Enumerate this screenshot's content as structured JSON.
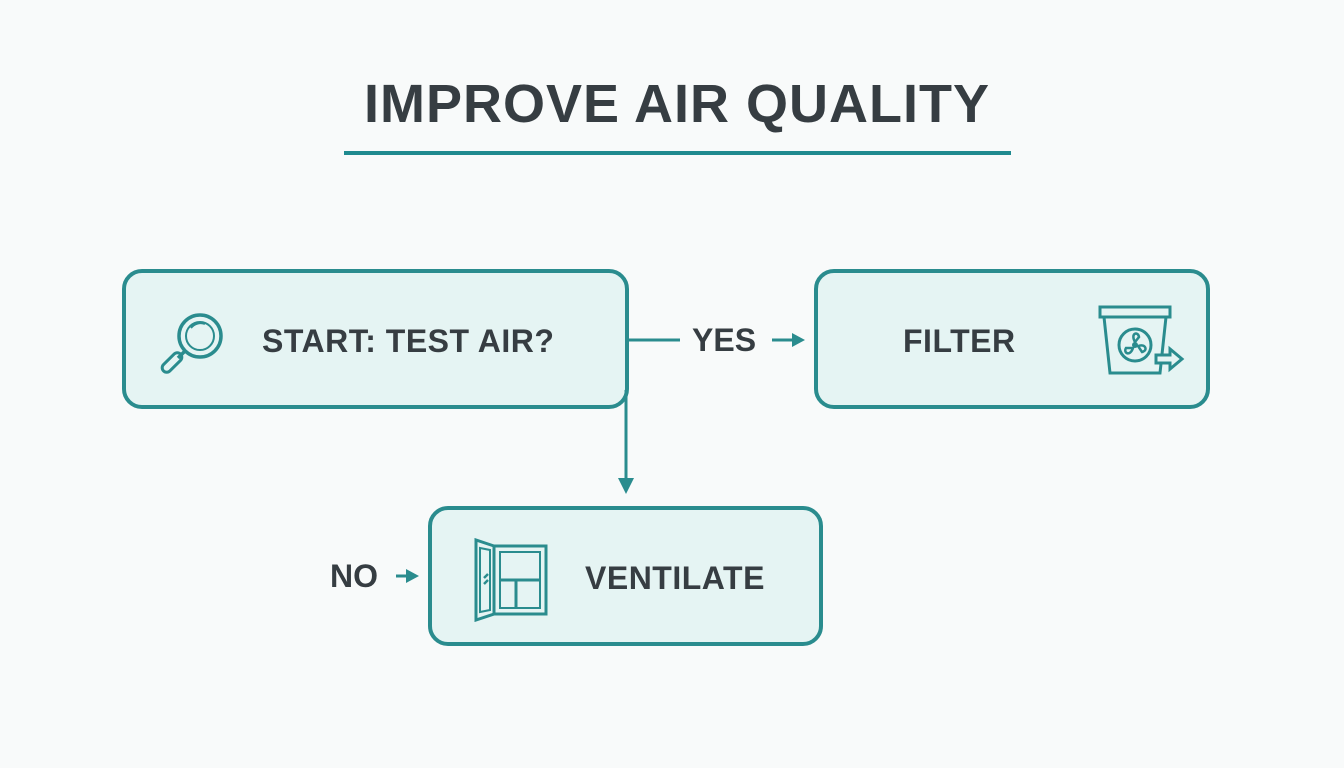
{
  "title": "IMPROVE AIR QUALITY",
  "colors": {
    "accent": "#2a8c8e",
    "node_fill": "#e5f4f3",
    "text": "#363d42",
    "background": "#f8fafa"
  },
  "nodes": {
    "start": {
      "label": "START: TEST AIR?",
      "icon": "magnifier-icon"
    },
    "filter": {
      "label": "FILTER",
      "icon": "air-filter-fan-icon"
    },
    "ventilate": {
      "label": "VENTILATE",
      "icon": "open-window-icon"
    }
  },
  "edges": {
    "yes": "YES",
    "no": "NO"
  }
}
